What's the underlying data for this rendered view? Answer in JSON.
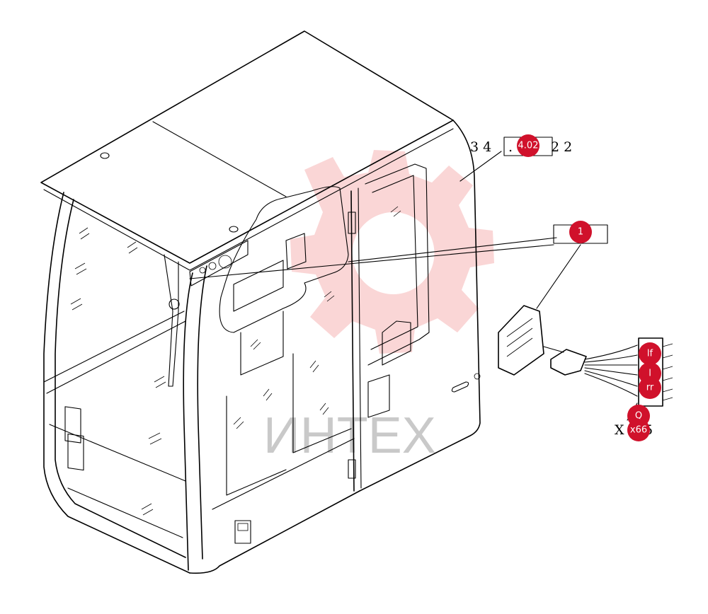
{
  "watermark": {
    "text": "ИНТЕХ",
    "color": "#f5b5b5"
  },
  "callouts": {
    "top_label_left": "3 4",
    "top_label_mid": ".",
    "top_label_right": "2 2",
    "connector_label_prefix": "X",
    "connector_label_suffix": "5"
  },
  "badges": {
    "ref_402": "4.02",
    "item_1": "1",
    "lf": "lf",
    "l": "l",
    "rr": "rr",
    "q": "Q",
    "x66": "x66"
  },
  "colors": {
    "badge": "#d0112b",
    "line": "#000000"
  },
  "icons": {
    "gear": "gear-watermark-icon"
  }
}
